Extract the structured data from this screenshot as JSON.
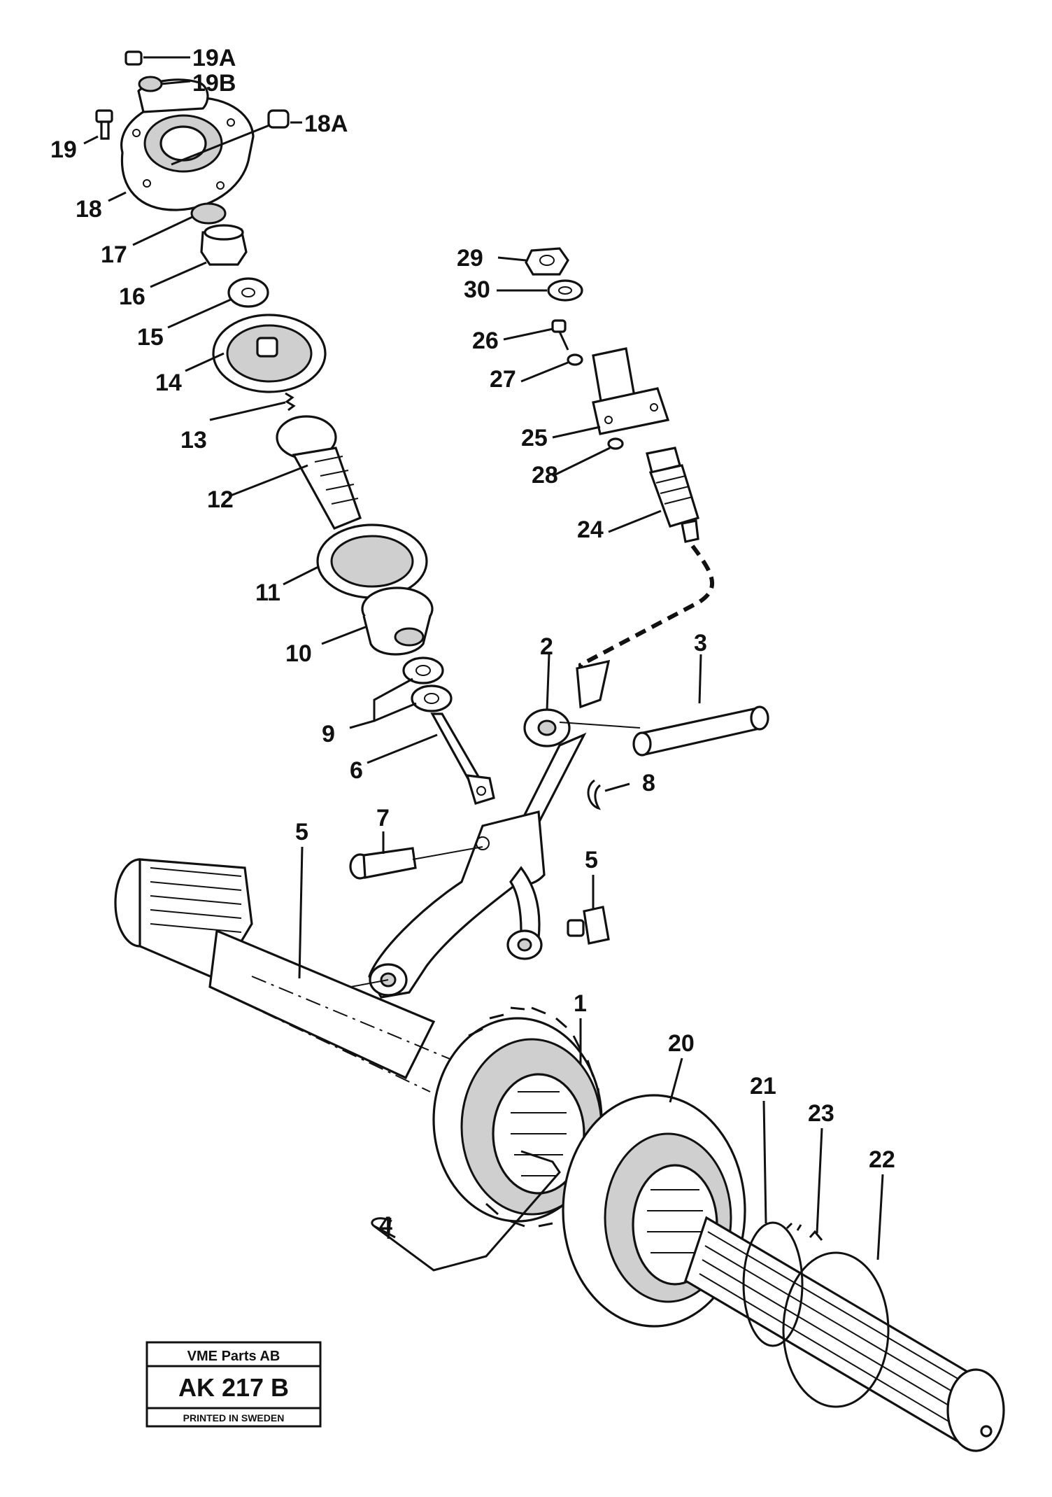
{
  "labels": {
    "l1": "1",
    "l2": "2",
    "l3": "3",
    "l4": "4",
    "l5a": "5",
    "l5b": "5",
    "l6": "6",
    "l7": "7",
    "l8": "8",
    "l9": "9",
    "l10": "10",
    "l11": "11",
    "l12": "12",
    "l13": "13",
    "l14": "14",
    "l15": "15",
    "l16": "16",
    "l17": "17",
    "l18": "18",
    "l18a": "18A",
    "l19": "19",
    "l19a": "19A",
    "l19b": "19B",
    "l20": "20",
    "l21": "21",
    "l22": "22",
    "l23": "23",
    "l24": "24",
    "l25": "25",
    "l26": "26",
    "l27": "27",
    "l28": "28",
    "l29": "29",
    "l30": "30"
  },
  "title_block": {
    "company": "VME Parts AB",
    "code": "AK 217 B",
    "printed": "PRINTED IN SWEDEN"
  }
}
